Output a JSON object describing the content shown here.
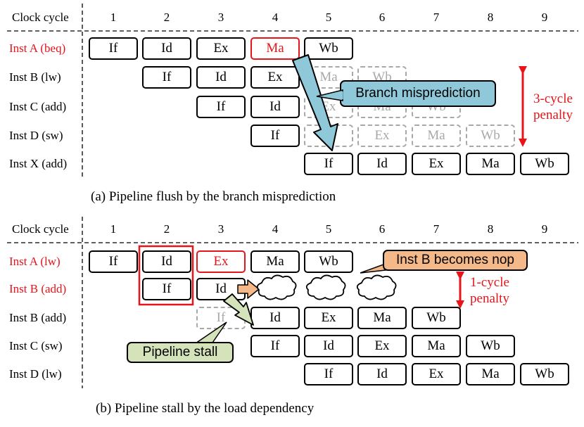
{
  "panel_a": {
    "header": "Clock cycle",
    "cycles": [
      "1",
      "2",
      "3",
      "4",
      "5",
      "6",
      "7",
      "8",
      "9"
    ],
    "rows": [
      {
        "label": "Inst A (beq)",
        "red": true,
        "cells": [
          [
            "If",
            1,
            ""
          ],
          [
            "Id",
            2,
            ""
          ],
          [
            "Ex",
            3,
            ""
          ],
          [
            "Ma",
            4,
            "red"
          ],
          [
            "Wb",
            5,
            ""
          ]
        ]
      },
      {
        "label": "Inst B (lw)",
        "red": false,
        "cells": [
          [
            "If",
            2,
            ""
          ],
          [
            "Id",
            3,
            ""
          ],
          [
            "Ex",
            4,
            ""
          ],
          [
            "Ma",
            5,
            "ghost"
          ],
          [
            "Wb",
            6,
            "ghost"
          ]
        ]
      },
      {
        "label": "Inst C (add)",
        "red": false,
        "cells": [
          [
            "If",
            3,
            ""
          ],
          [
            "Id",
            4,
            ""
          ],
          [
            "Ex",
            5,
            "ghost"
          ],
          [
            "Ma",
            6,
            "ghost"
          ],
          [
            "Wb",
            7,
            "ghost"
          ]
        ]
      },
      {
        "label": "Inst D (sw)",
        "red": false,
        "cells": [
          [
            "If",
            4,
            ""
          ],
          [
            "Id",
            5,
            "ghost"
          ],
          [
            "Ex",
            6,
            "ghost"
          ],
          [
            "Ma",
            7,
            "ghost"
          ],
          [
            "Wb",
            8,
            "ghost"
          ]
        ]
      },
      {
        "label": "Inst X (add)",
        "red": false,
        "cells": [
          [
            "If",
            5,
            ""
          ],
          [
            "Id",
            6,
            ""
          ],
          [
            "Ex",
            7,
            ""
          ],
          [
            "Ma",
            8,
            ""
          ],
          [
            "Wb",
            9,
            ""
          ]
        ]
      }
    ],
    "callout": "Branch misprediction",
    "penalty_line1": "3-cycle",
    "penalty_line2": "penalty",
    "caption": "(a) Pipeline flush by the branch misprediction"
  },
  "panel_b": {
    "header": "Clock cycle",
    "cycles": [
      "1",
      "2",
      "3",
      "4",
      "5",
      "6",
      "7",
      "8",
      "9"
    ],
    "rows": [
      {
        "label": "Inst A (lw)",
        "red": true,
        "cells": [
          [
            "If",
            1,
            ""
          ],
          [
            "Id",
            2,
            ""
          ],
          [
            "Ex",
            3,
            "red"
          ],
          [
            "Ma",
            4,
            ""
          ],
          [
            "Wb",
            5,
            ""
          ]
        ]
      },
      {
        "label": "Inst B (add)",
        "red": true,
        "cells": [
          [
            "If",
            2,
            ""
          ],
          [
            "Id",
            3,
            ""
          ]
        ]
      },
      {
        "label": "Inst B (add)",
        "red": false,
        "cells": [
          [
            "If",
            3,
            "ghost"
          ],
          [
            "Id",
            4,
            ""
          ],
          [
            "Ex",
            5,
            ""
          ],
          [
            "Ma",
            6,
            ""
          ],
          [
            "Wb",
            7,
            ""
          ]
        ]
      },
      {
        "label": "Inst C (sw)",
        "red": false,
        "cells": [
          [
            "If",
            4,
            ""
          ],
          [
            "Id",
            5,
            ""
          ],
          [
            "Ex",
            6,
            ""
          ],
          [
            "Ma",
            7,
            ""
          ],
          [
            "Wb",
            8,
            ""
          ]
        ]
      },
      {
        "label": "Inst D (lw)",
        "red": false,
        "cells": [
          [
            "If",
            5,
            ""
          ],
          [
            "Id",
            6,
            ""
          ],
          [
            "Ex",
            7,
            ""
          ],
          [
            "Ma",
            8,
            ""
          ],
          [
            "Wb",
            9,
            ""
          ]
        ]
      }
    ],
    "callout_nop": "Inst B becomes nop",
    "callout_stall": "Pipeline stall",
    "penalty_line1": "1-cycle",
    "penalty_line2": "penalty",
    "caption": "(b) Pipeline stall by the load dependency"
  },
  "colors": {
    "red": "#e8141a",
    "ghost": "#a8a8a8",
    "blue_callout": "#8fc9d9",
    "orange_callout": "#f5b888",
    "green_callout": "#d5e3bb"
  }
}
